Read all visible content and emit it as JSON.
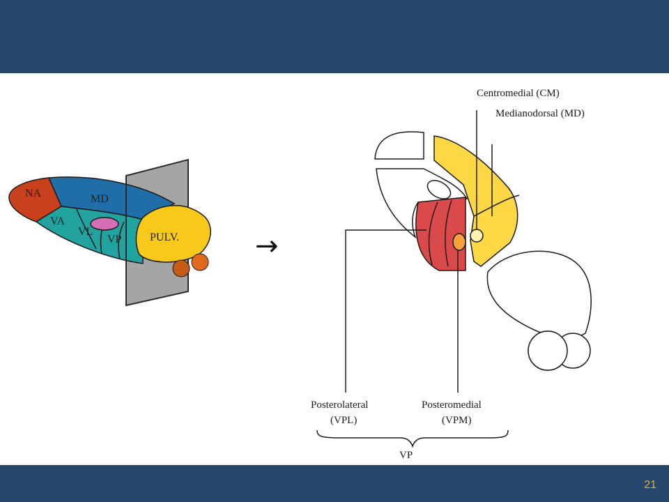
{
  "slide": {
    "page_number": "21"
  },
  "left_thalamus": {
    "labels": {
      "na": "NA",
      "md": "MD",
      "va": "VA",
      "vl": "VL",
      "vp": "VP",
      "pulv": "PULV."
    },
    "colors": {
      "na": "#c8401c",
      "md": "#1f6ea8",
      "teal": "#22a3a0",
      "pulv": "#f7c91a",
      "pink": "#d46fb5",
      "orange": "#c85a18",
      "plane": "#a5a5a5"
    }
  },
  "arrow": "→",
  "cross_section": {
    "labels": {
      "centromedial": "Centromedial (CM)",
      "medianodorsal": "Medianodorsal (MD)",
      "posterolateral": "Posterolateral",
      "vpl": "(VPL)",
      "posteromedial": "Posteromedial",
      "vpm": "(VPM)",
      "vp": "VP"
    },
    "colors": {
      "yellow": "#fcd845",
      "red": "#da4a4a",
      "orange": "#f7a23b",
      "pale_yellow": "#fdf3b0"
    }
  }
}
